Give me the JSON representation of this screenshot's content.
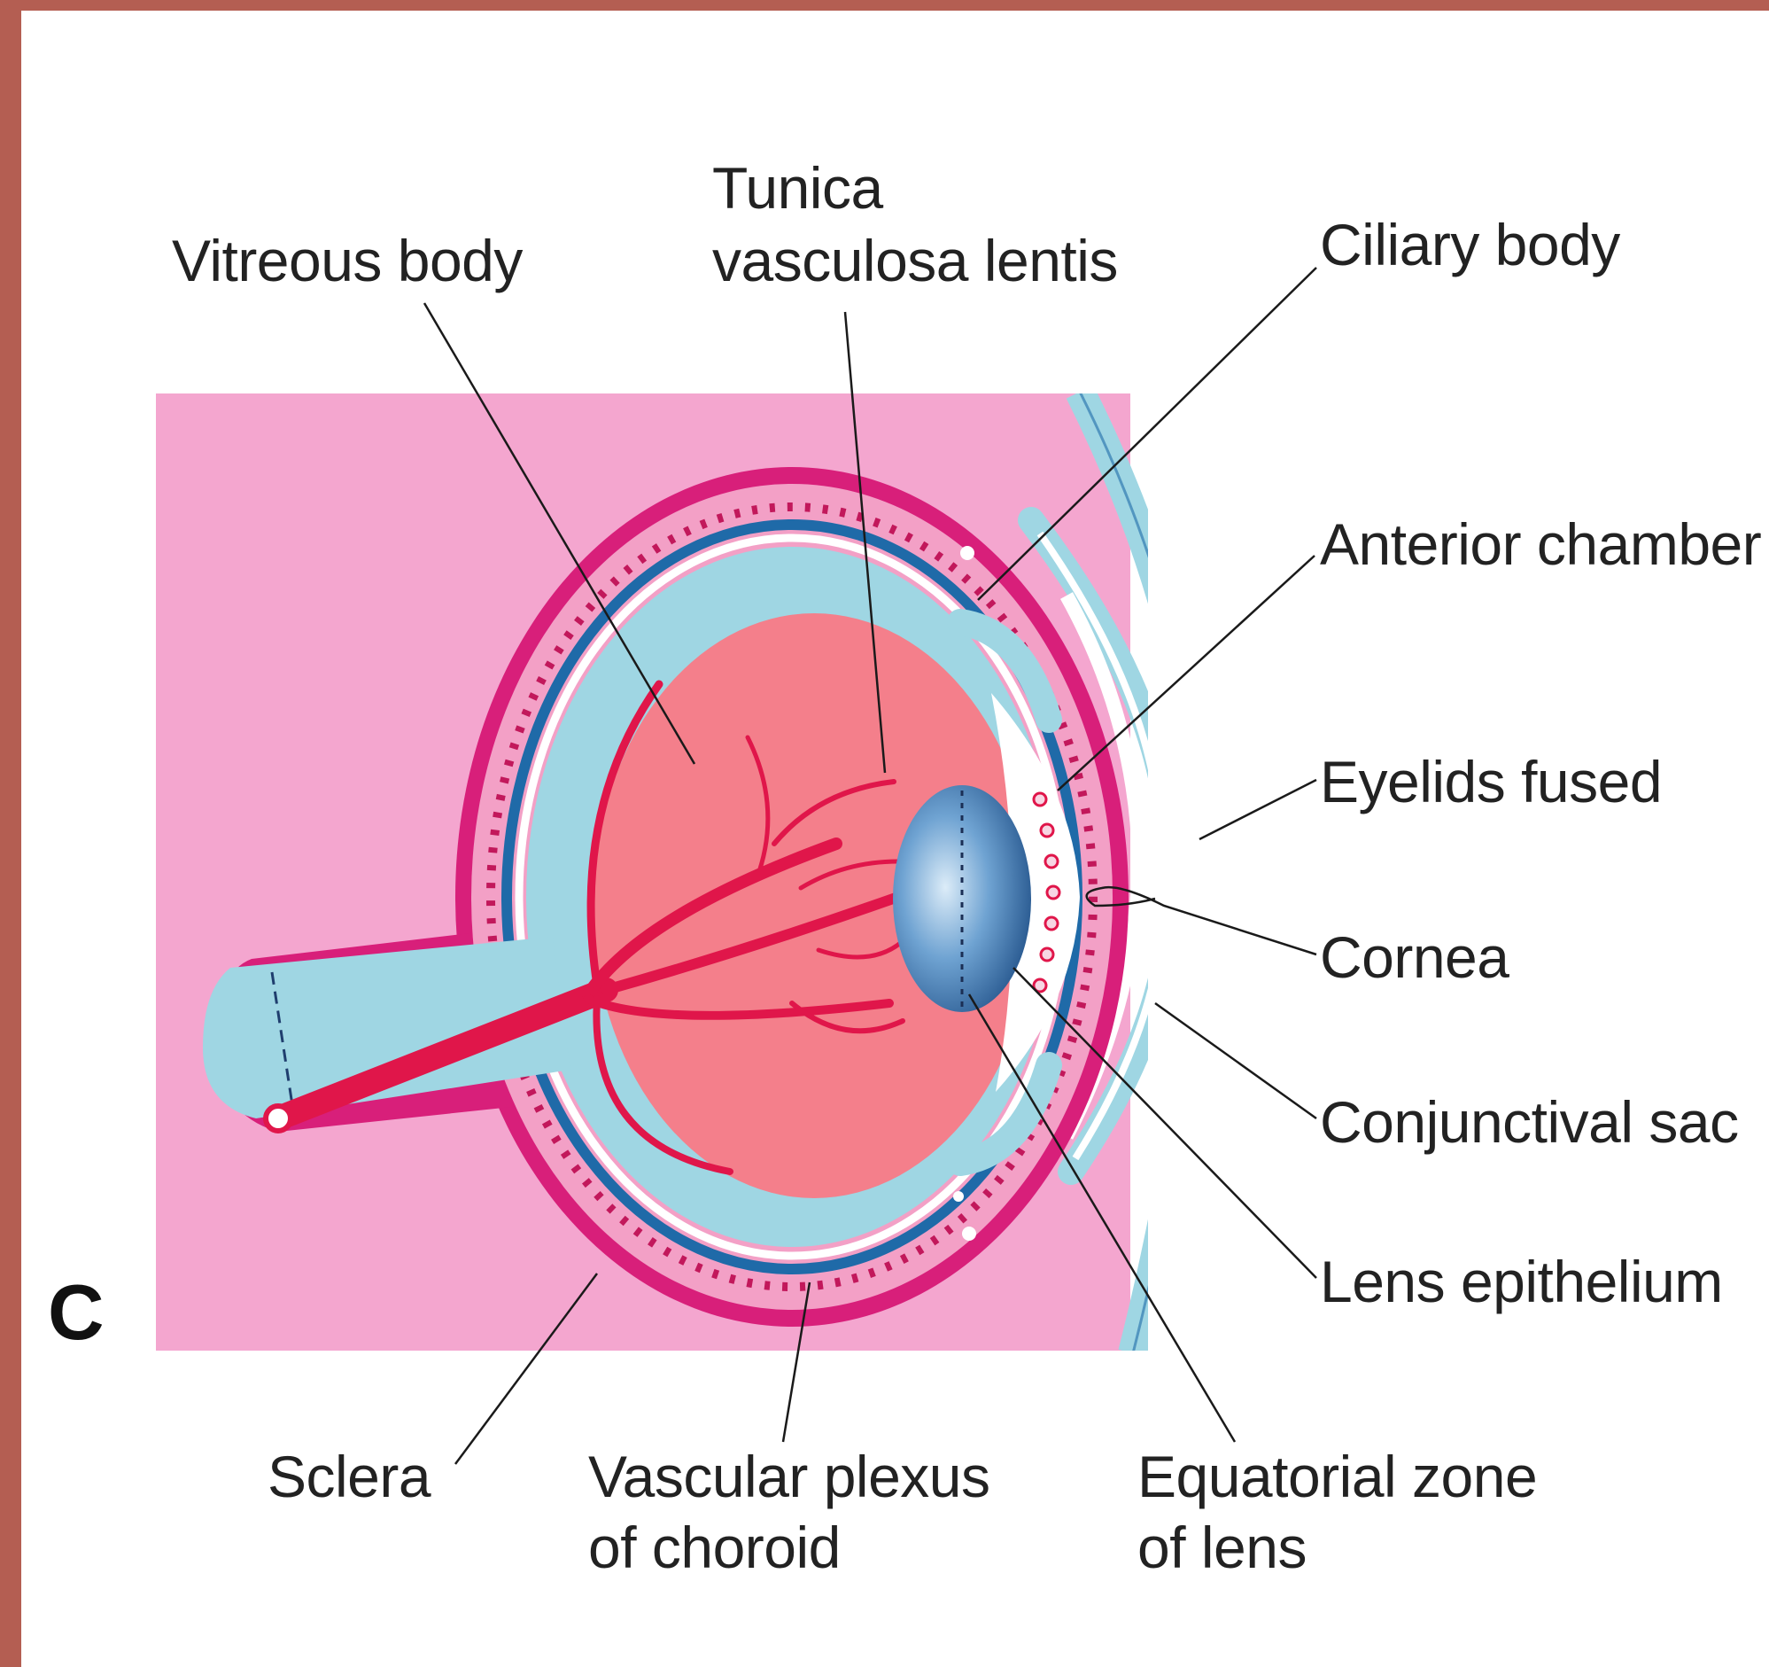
{
  "panel_letter": "C",
  "colors": {
    "frame": "#b45e52",
    "tissue": "#f4a6cf",
    "sclera": "#d81f7a",
    "retina": "#9fd6e3",
    "pigment": "#1f6aa8",
    "vitreous": "#f47f8b",
    "vessel": "#e0164a",
    "lens": "#2d6fae"
  },
  "labels": {
    "vitreous_body": "Vitreous body",
    "tunica_l1": "Tunica",
    "tunica_l2": "vasculosa lentis",
    "ciliary_body": "Ciliary body",
    "anterior_chamber": "Anterior chamber",
    "eyelids_fused": "Eyelids fused",
    "cornea": "Cornea",
    "conjunctival_sac": "Conjunctival sac",
    "lens_epithelium": "Lens epithelium",
    "sclera": "Sclera",
    "vascular_l1": "Vascular plexus",
    "vascular_l2": "of choroid",
    "equatorial_l1": "Equatorial zone",
    "equatorial_l2": "of lens"
  }
}
